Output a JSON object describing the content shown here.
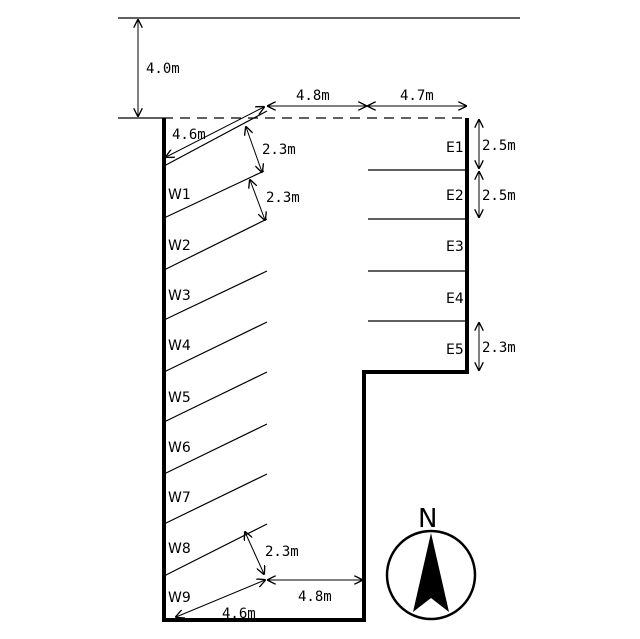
{
  "dimensions": {
    "road_setback": "4.0m",
    "top_aisle": "4.8m",
    "top_right": "4.7m",
    "w_slot_length_top": "4.6m",
    "w_slot_width_1": "2.3m",
    "w_slot_width_2": "2.3m",
    "e_slot_width_1": "2.5m",
    "e_slot_width_2": "2.5m",
    "e_slot_width_5": "2.3m",
    "w_slot_width_bottom": "2.3m",
    "bottom_aisle": "4.8m",
    "w_slot_length_bottom": "4.6m"
  },
  "west_slots": [
    "W1",
    "W2",
    "W3",
    "W4",
    "W5",
    "W6",
    "W7",
    "W8",
    "W9"
  ],
  "east_slots": [
    "E1",
    "E2",
    "E3",
    "E4",
    "E5"
  ],
  "compass": {
    "label": "N",
    "icon": "north-arrow-icon"
  }
}
